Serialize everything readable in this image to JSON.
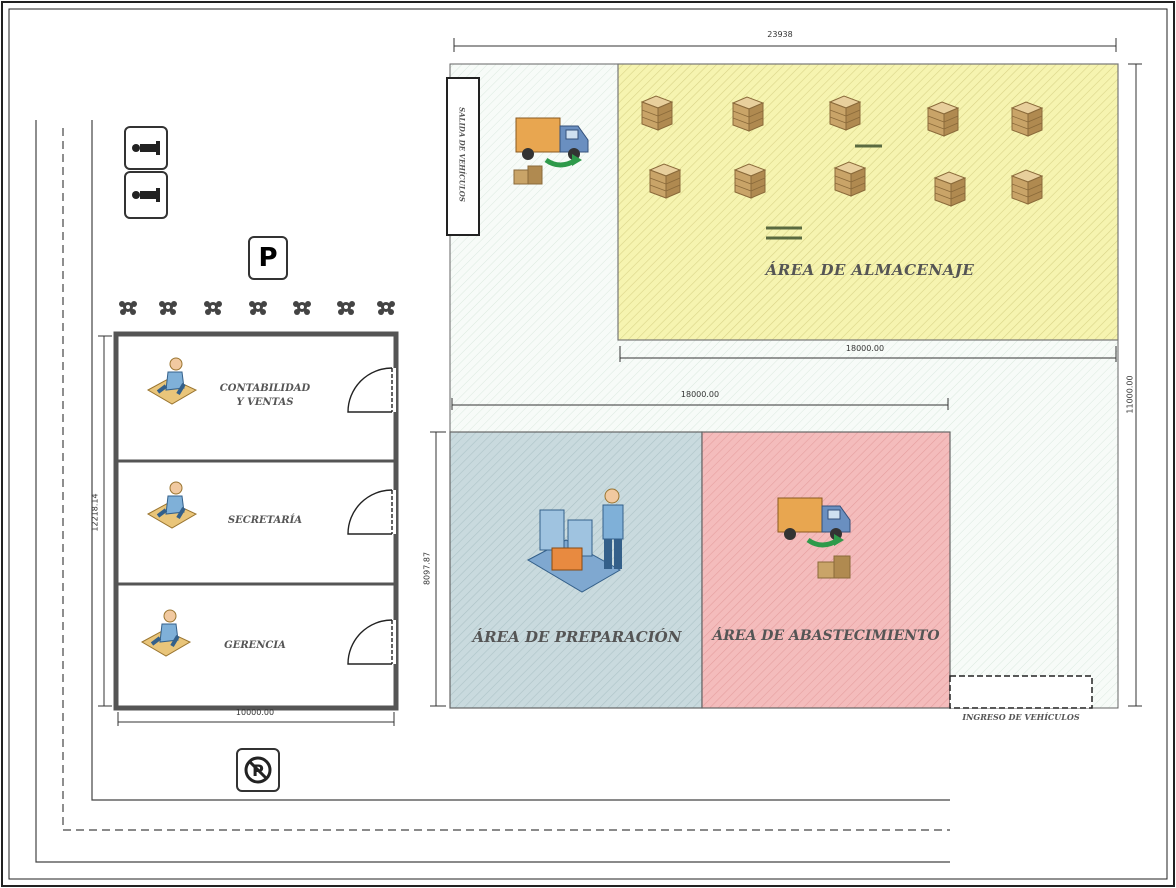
{
  "labels": {
    "contabilidad": "CONTABILIDAD\nY VENTAS",
    "secretaria": "SECRETARÍA",
    "gerencia": "GERENCIA",
    "almacenaje": "ÁREA DE ALMACENAJE",
    "preparacion": "ÁREA DE PREPARACIÓN",
    "abastecimiento": "ÁREA DE ABASTECIMIENTO",
    "ingreso": "INGRESO DE VEHÍCULOS",
    "salida": "SALIDA DE VEHÍCULOS"
  },
  "dimensions": {
    "top_total": "23938",
    "storage_width": "18000.00",
    "middle_width": "18000.00",
    "right_height": "11000.00",
    "office_width": "10000.00",
    "office_height": "12218.14",
    "prep_height": "8097.87"
  },
  "signs": {
    "parking": "P",
    "no_parking": "no-parking-icon",
    "restroom": "restroom-icon"
  },
  "colors": {
    "storage": "#f6f4b0",
    "preparation": "#c5d6da",
    "supply": "#f2b8b8",
    "yard": "#f1f7f3",
    "wall": "#555555"
  }
}
